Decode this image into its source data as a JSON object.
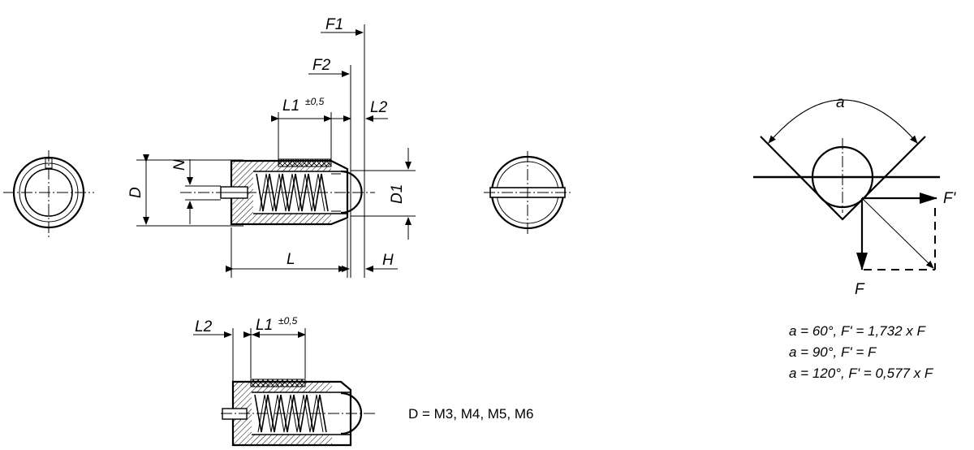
{
  "labels": {
    "F1": "F1",
    "F2": "F2",
    "L1": "L1",
    "L1_tol": "±0,5",
    "L2": "L2",
    "N": "N",
    "D": "D",
    "D1": "D1",
    "L": "L",
    "H": "H",
    "alpha": "a",
    "F": "F",
    "F_prime": "F'"
  },
  "thread_note": "D = M3, M4, M5, M6",
  "formulas": [
    "a = 60°, F' = 1,732 x F",
    "a = 90°, F' = F",
    "a = 120°, F' = 0,577 x F"
  ]
}
